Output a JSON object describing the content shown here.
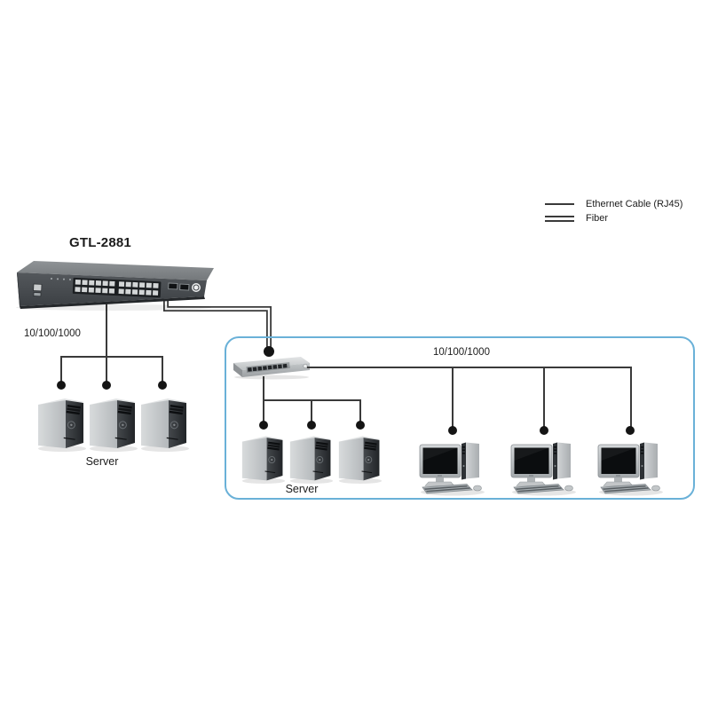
{
  "legend": {
    "items": [
      {
        "id": "ethernet",
        "label": "Ethernet Cable (RJ45)",
        "line_style": "single"
      },
      {
        "id": "fiber",
        "label": "Fiber",
        "line_style": "double"
      }
    ]
  },
  "core_switch": {
    "model": "GTL-2881"
  },
  "left_segment": {
    "speed_label": "10/100/1000",
    "group_label": "Server",
    "server_count": 3
  },
  "lan_segment": {
    "speed_label": "10/100/1000",
    "group_label": "Server",
    "server_count": 3,
    "workstation_count": 3
  },
  "colors": {
    "connection_line": "#3a3a3a",
    "group_box_border": "#6ab1d8",
    "dot": "#141414"
  },
  "icons": {
    "core_switch": "rack-switch-icon",
    "lan_switch": "desktop-switch-icon",
    "server": "server-tower-icon",
    "workstation": "desktop-computer-icon",
    "ethernet_link": "single-line",
    "fiber_link": "double-line"
  }
}
